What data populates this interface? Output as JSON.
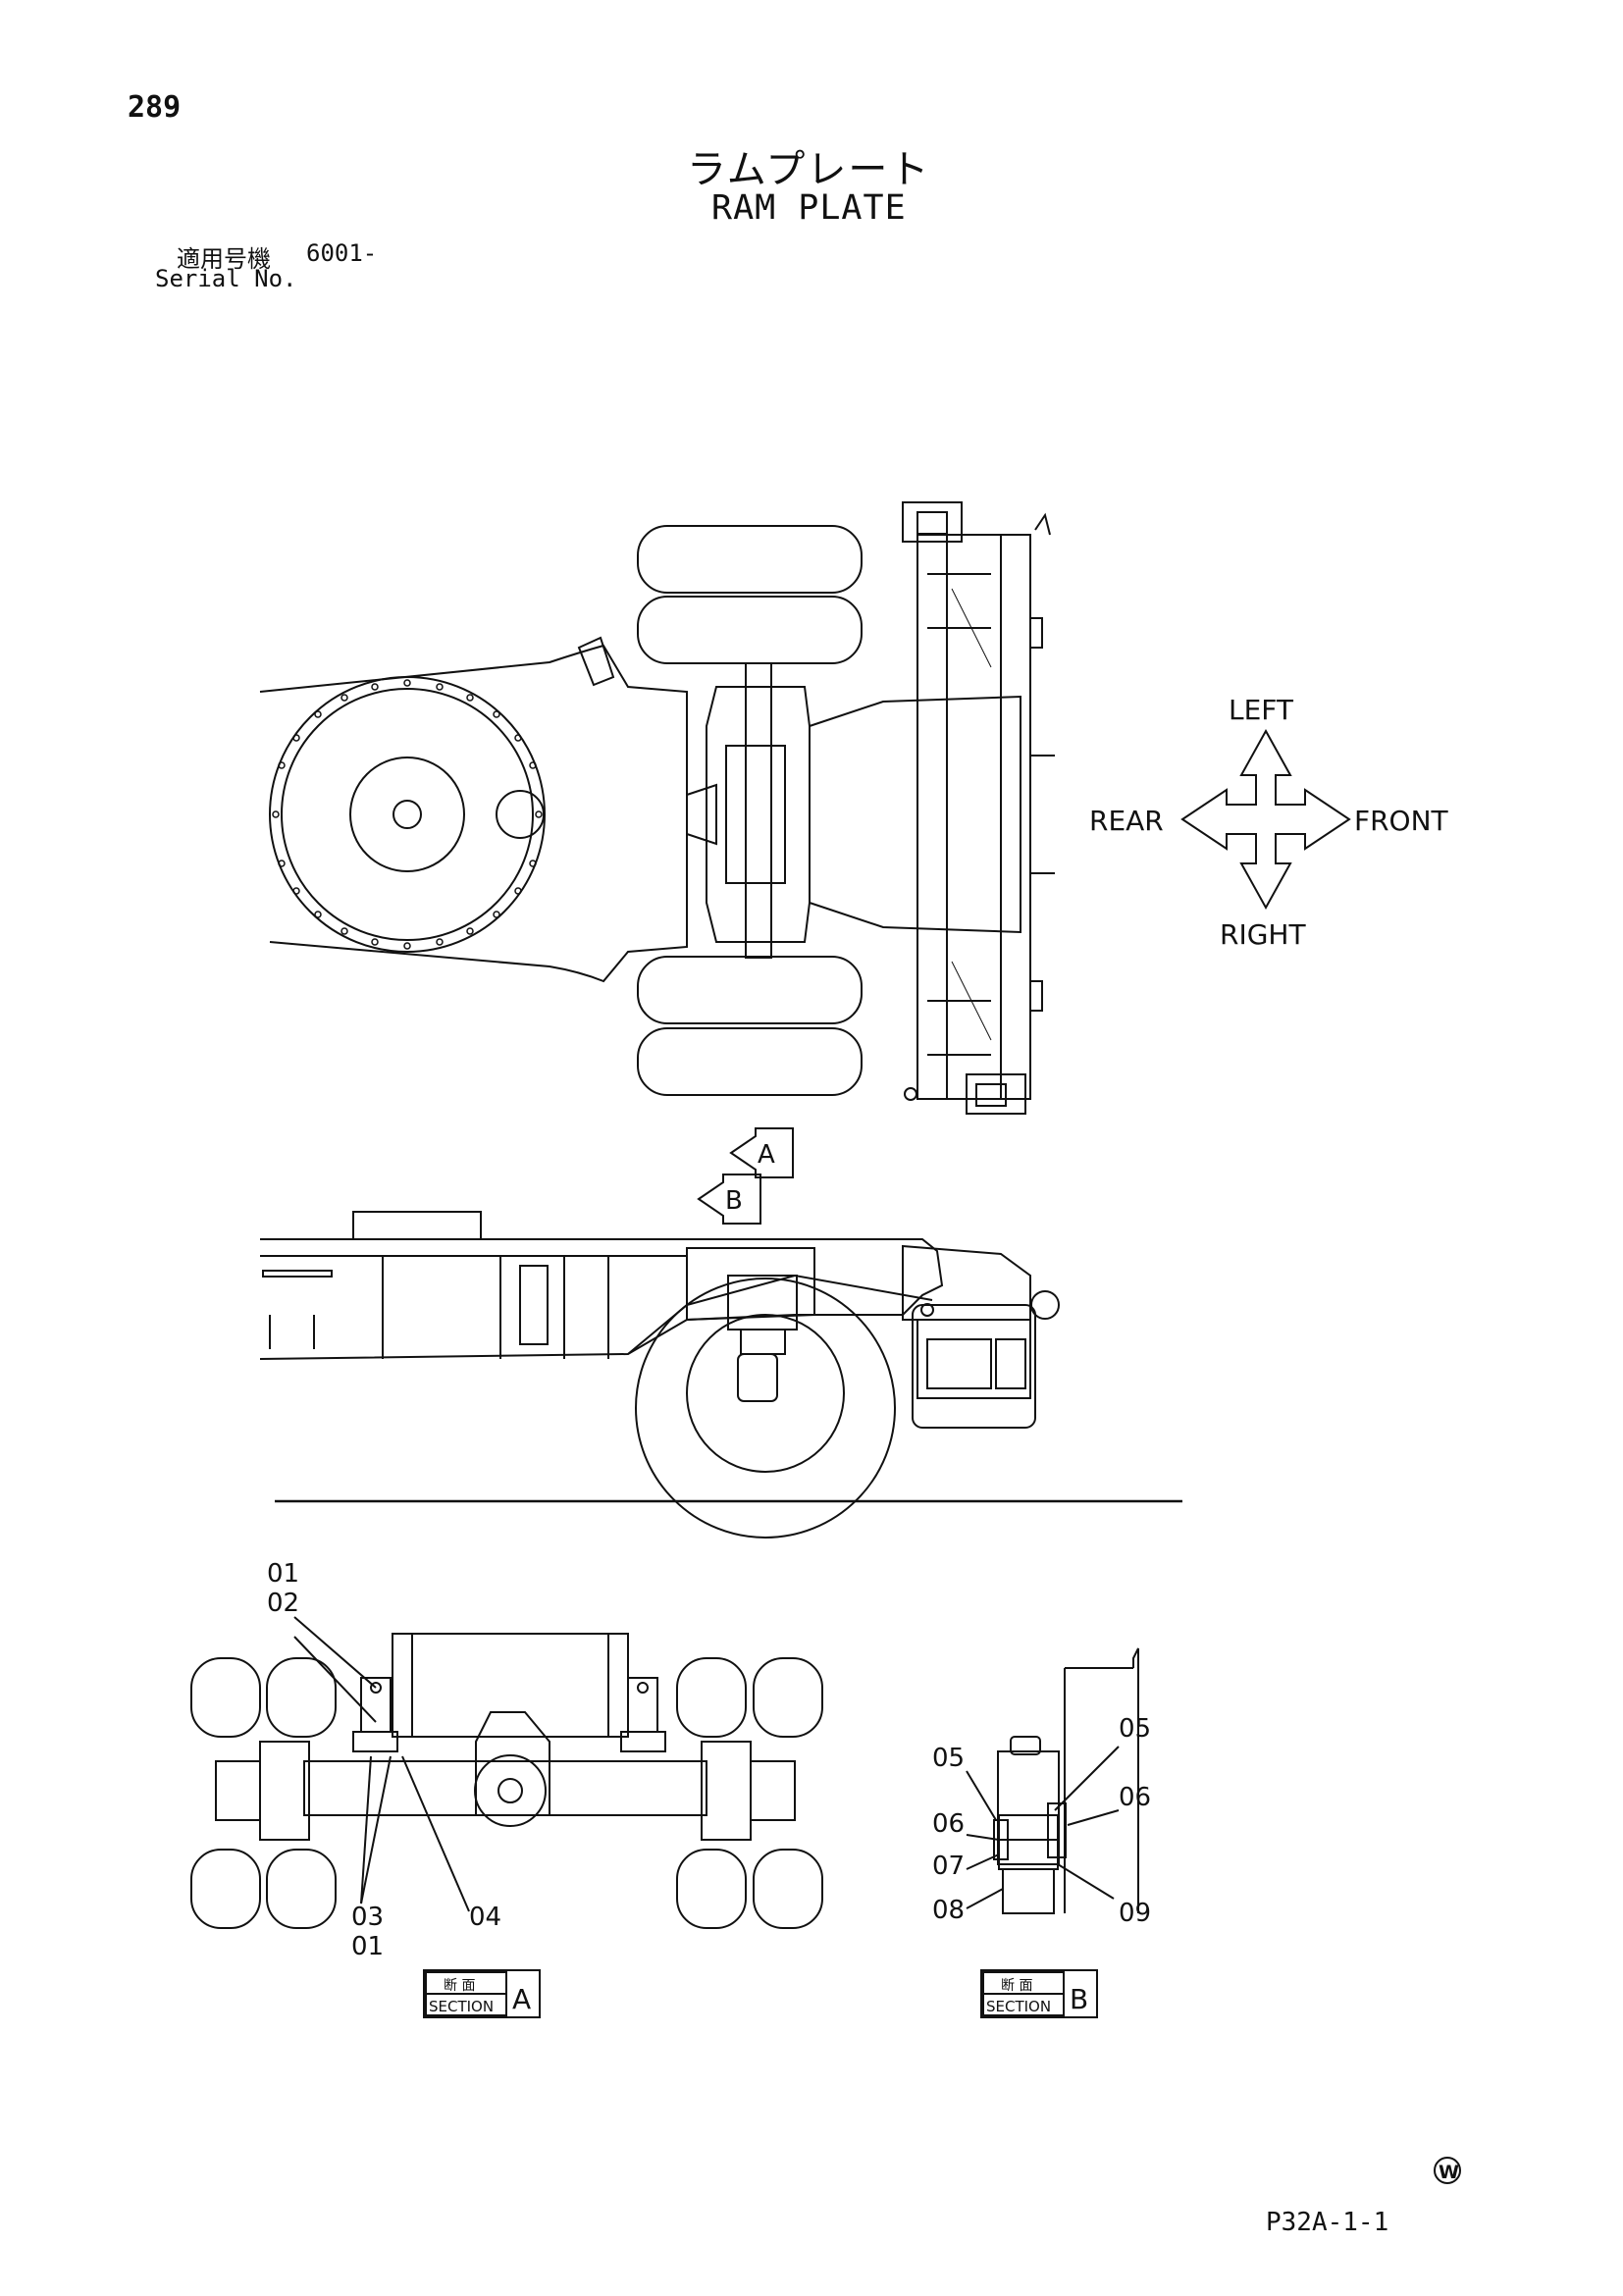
{
  "page": {
    "number": "289",
    "title_jp": "ラムプレート",
    "title_en": "RAM PLATE",
    "serial_label_jp": "適用号機",
    "serial_value": "6001-",
    "serial_label_en": "Serial No.",
    "page_code": "P32A-1-1",
    "mark": "W"
  },
  "compass": {
    "left": "LEFT",
    "right": "RIGHT",
    "rear": "REAR",
    "front": "FRONT"
  },
  "view_arrows": [
    "A",
    "B"
  ],
  "callouts": {
    "section_a": [
      "01",
      "02",
      "03",
      "01",
      "04"
    ],
    "section_b": [
      "05",
      "06",
      "07",
      "08",
      "05",
      "06",
      "09"
    ]
  },
  "section_labels": {
    "jp": "断 面",
    "en": "SECTION",
    "a": "A",
    "b": "B"
  }
}
